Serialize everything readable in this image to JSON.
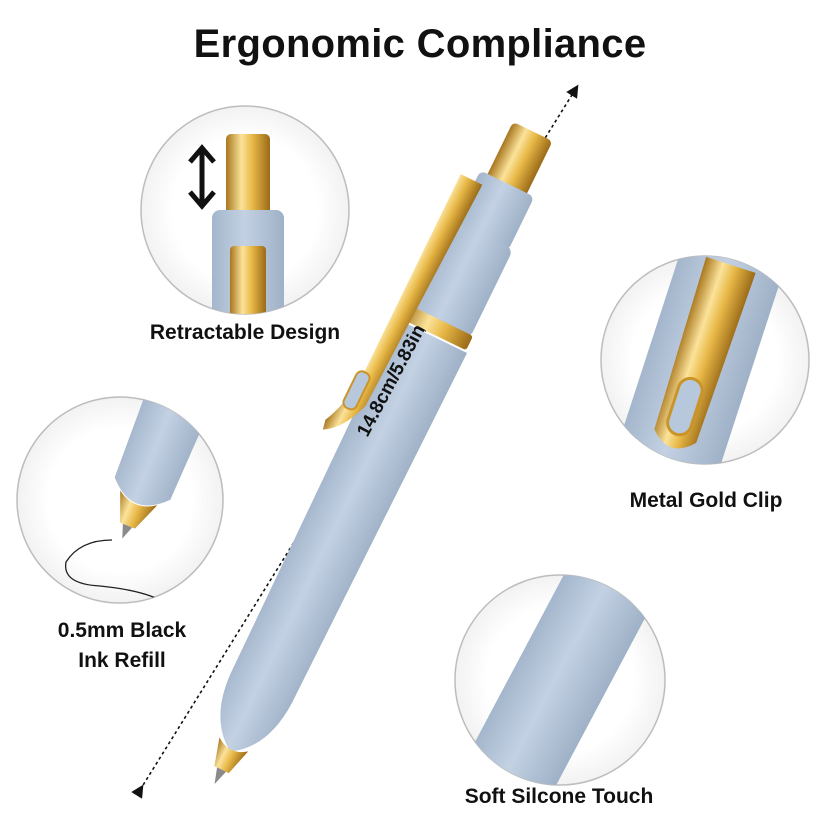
{
  "title": "Ergonomic Compliance",
  "dimension_label": "14.8cm/5.83in",
  "features": {
    "retractable": "Retractable Design",
    "clip": "Metal Gold Clip",
    "refill_line1": "0.5mm Black",
    "refill_line2": "Ink Refill",
    "touch": "Soft Silcone Touch"
  },
  "colors": {
    "pen_body": "#b8c8dc",
    "gold": "#e0b44a",
    "text": "#111111"
  }
}
